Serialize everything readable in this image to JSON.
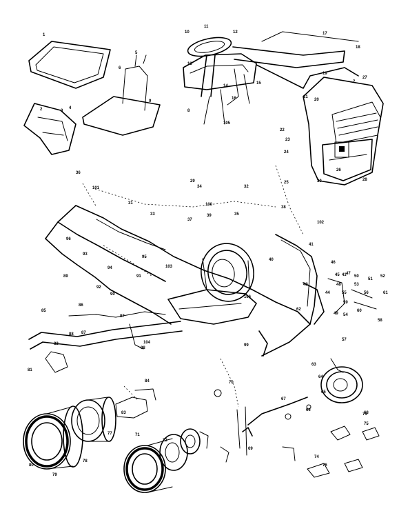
{
  "diagram": {
    "type": "exploded-parts-diagram",
    "subject": "riding lawn mower chassis, seat, hood, axles and wheels",
    "labels": [
      "1",
      "2",
      "3",
      "4",
      "5",
      "6",
      "7",
      "8",
      "9",
      "10",
      "11",
      "12",
      "13",
      "14",
      "15",
      "16",
      "17",
      "18",
      "19",
      "20",
      "21",
      "22",
      "23",
      "24",
      "25",
      "26",
      "27",
      "28",
      "29",
      "30",
      "31",
      "32",
      "33",
      "34",
      "35",
      "36",
      "37",
      "38",
      "39",
      "40",
      "41",
      "42",
      "43",
      "44",
      "45",
      "46",
      "47",
      "48",
      "49",
      "50",
      "51",
      "52",
      "53",
      "54",
      "55",
      "56",
      "57",
      "58",
      "59",
      "60",
      "61",
      "62",
      "63",
      "64",
      "65",
      "66",
      "67",
      "68",
      "69",
      "70",
      "71",
      "72",
      "73",
      "74",
      "75",
      "76",
      "77",
      "78",
      "79",
      "80",
      "81",
      "82",
      "83",
      "84",
      "85",
      "86",
      "87",
      "88",
      "89",
      "90",
      "91",
      "92",
      "93",
      "94",
      "95",
      "96",
      "97",
      "98",
      "99",
      "100",
      "101",
      "102",
      "103",
      "104",
      "105",
      "106"
    ]
  },
  "colors": {
    "ink": "#000000",
    "paper": "#ffffff"
  }
}
